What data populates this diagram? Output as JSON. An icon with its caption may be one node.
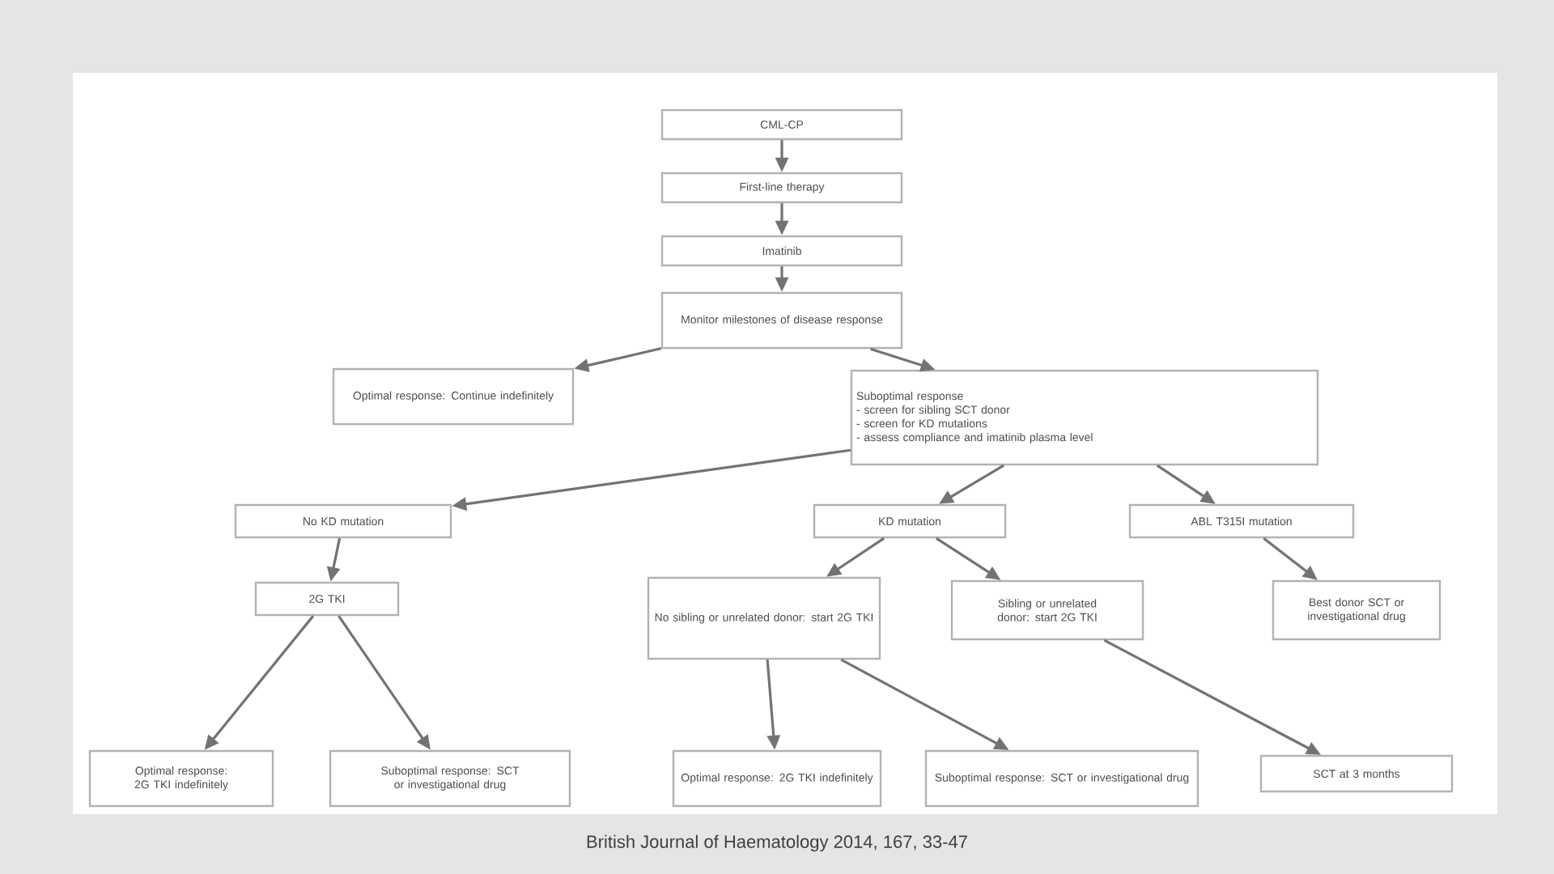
{
  "diagram": {
    "caption": "British Journal of Haematology 2014, 167, 33-47",
    "nodes": [
      {
        "text": [
          "CML-CP"
        ]
      },
      {
        "text": [
          "First-line therapy"
        ]
      },
      {
        "text": [
          "Imatinib"
        ]
      },
      {
        "text": [
          "Monitor milestones of disease response"
        ]
      },
      {
        "text": [
          "Optimal response: Continue indefinitely"
        ]
      },
      {
        "text": [
          "Suboptimal response",
          "- screen for sibling SCT donor",
          "- screen for KD mutations",
          "- assess compliance and imatinib plasma level"
        ]
      },
      {
        "text": [
          "No KD mutation"
        ]
      },
      {
        "text": [
          "KD mutation"
        ]
      },
      {
        "text": [
          "ABL T315I mutation"
        ]
      },
      {
        "text": [
          "2G TKI"
        ]
      },
      {
        "text": [
          "No sibling or unrelated donor: start 2G TKI"
        ]
      },
      {
        "text": [
          "Sibling or unrelated donor: start 2G TKI"
        ]
      },
      {
        "text": [
          "Best donor SCT or investigational drug"
        ]
      },
      {
        "text": [
          "Optimal response: 2G TKI indefinitely"
        ]
      },
      {
        "text": [
          "Suboptimal response: SCT or investigational drug"
        ]
      },
      {
        "text": [
          "Optimal response: 2G TKI indefinitely"
        ]
      },
      {
        "text": [
          "Suboptimal response: SCT or investigational drug"
        ]
      },
      {
        "text": [
          "SCT at 3 months"
        ]
      }
    ],
    "edges": [
      {
        "from": 0,
        "to": 1,
        "arrow": "to"
      },
      {
        "from": 1,
        "to": 2,
        "arrow": "to"
      },
      {
        "from": 2,
        "to": 3,
        "arrow": "to"
      },
      {
        "from": 3,
        "to": 4,
        "arrow": "to"
      },
      {
        "from": 3,
        "to": 5,
        "arrow": "to"
      },
      {
        "from": 5,
        "to": 6,
        "arrow": "to"
      },
      {
        "from": 5,
        "to": 7,
        "arrow": "to"
      },
      {
        "from": 5,
        "to": 8,
        "arrow": "to"
      },
      {
        "from": 6,
        "to": 9,
        "arrow": "to"
      },
      {
        "from": 7,
        "to": 10,
        "arrow": "to"
      },
      {
        "from": 7,
        "to": 11,
        "arrow": "to"
      },
      {
        "from": 8,
        "to": 12,
        "arrow": "to"
      },
      {
        "from": 9,
        "to": 13,
        "arrow": "to"
      },
      {
        "from": 9,
        "to": 14,
        "arrow": "to"
      },
      {
        "from": 10,
        "to": 15,
        "arrow": "to"
      },
      {
        "from": 10,
        "to": 16,
        "arrow": "to"
      },
      {
        "from": 11,
        "to": 17,
        "arrow": "to"
      }
    ]
  }
}
